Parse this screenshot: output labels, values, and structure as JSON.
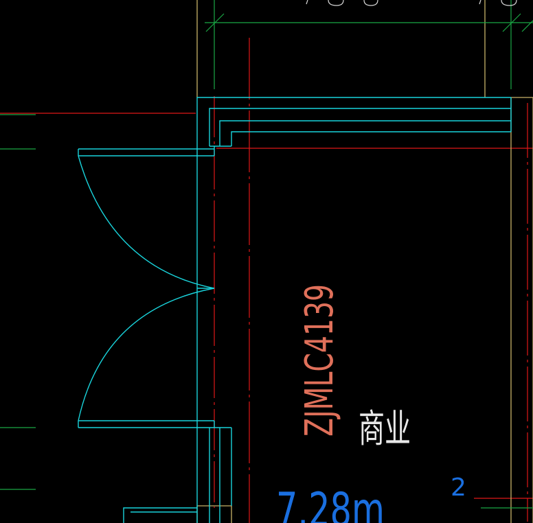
{
  "drawing": {
    "background": "#000000",
    "colors": {
      "wall_cyan": "#19d4dc",
      "axis_red": "#e01818",
      "dim_green": "#1aa845",
      "column_khaki": "#c9b46a",
      "tag_pink": "#e0705a",
      "room_white": "#e8e8e8",
      "area_blue": "#1a6fe0"
    },
    "window_tag": "ZJMLC4139",
    "room_name": "商业",
    "area_value": "7.28m",
    "area_superscript": "2",
    "icons": [
      "door-swing-arc"
    ]
  }
}
